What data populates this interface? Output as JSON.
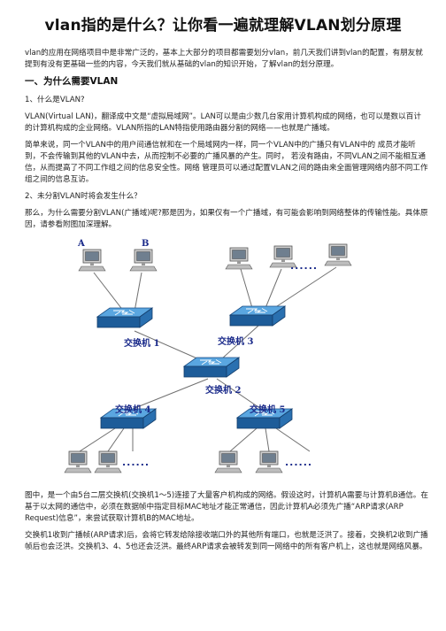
{
  "doc": {
    "title": "vlan指的是什么？让你看一遍就理解VLAN划分原理",
    "intro": "vlan的应用在网络项目中是非常广泛的，基本上大部分的项目都需要划分vlan，前几天我们讲到vlan的配置，有朋友就提到有没有更基础一些的内容，今天我们就从基础的vlan的知识开始，了解vlan的划分原理。",
    "section1_heading": "一、为什么需要VLAN",
    "q1": "1、什么是VLAN?",
    "p1": "VLAN(Virtual LAN)，翻译成中文是“虚拟局域网”。LAN可以是由少数几台家用计算机构成的网络，也可以是数以百计的计算机构成的企业网络。VLAN所指的LAN特指使用路由器分割的网络——也就是广播域。",
    "p2": "简单来说，同一个VLAN中的用户间通信就和在一个局域网内一样，同一个VLAN中的广播只有VLAN中的 成员才能听到，不会传输到其他的VLAN中去，从而控制不必要的广播风暴的产生。同时， 若没有路由，不同VLAN之间不能相互通信，从而提高了不同工作组之间的信息安全性。网络 管理员可以通过配置VLAN之间的路由来全面管理网络内部不同工作组之间的信息互访。",
    "q2": "2、未分割VLAN时将会发生什么？",
    "p3": "那么，为什么需要分割VLAN(广播域)呢?那是因为，如果仅有一个广播域，有可能会影响到网络整体的传输性能。具体原因，请参看附图加深理解。",
    "p4": "图中，是一个由5台二层交换机(交换机1～5)连接了大量客户机构成的网络。假设这时，计算机A需要与计算机B通信。在基于以太网的通信中，必须在数据帧中指定目标MAC地址才能正常通信，因此计算机A必须先广播“ARP请求(ARP Request)信息”，来尝试获取计算机B的MAC地址。",
    "p5": "交换机1收到广播帧(ARP请求)后，会将它转发给除接收端口外的其他所有端口，也就是泛洪了。接着，交换机2收到广播帧后也会泛洪。交换机3、4、5也还会泛洪。最终ARP请求会被转发到同一网络中的所有客户机上，这也就是网络风暴。"
  },
  "diagram": {
    "pc_a_label": "A",
    "pc_b_label": "B",
    "switch1_label": "交换机 1",
    "switch2_label": "交换机 2",
    "switch3_label": "交换机 3",
    "switch4_label": "交换机 4",
    "switch5_label": "交换机 5",
    "ellipsis": "......",
    "colors": {
      "label": "#1a2a8a",
      "switch_top": "#3f8fd0",
      "switch_front": "#1d5c99",
      "link": "#6a6a6a"
    }
  }
}
